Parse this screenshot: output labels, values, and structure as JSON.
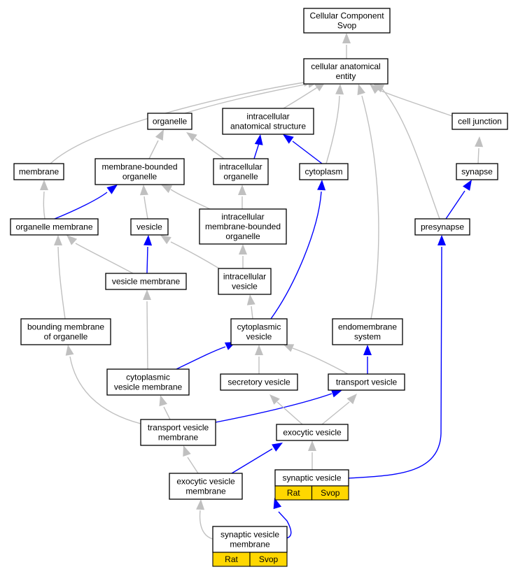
{
  "colors": {
    "is_a": "#c0c0c0",
    "part_of": "#0000ff",
    "annotation_cell": "#ffd700"
  },
  "nodes": [
    {
      "id": "n0",
      "lines": [
        "Cellular Component",
        "Svop"
      ]
    },
    {
      "id": "n1",
      "lines": [
        "cellular anatomical",
        "entity"
      ]
    },
    {
      "id": "n2",
      "lines": [
        "organelle"
      ]
    },
    {
      "id": "n3",
      "lines": [
        "intracellular",
        "anatomical structure"
      ]
    },
    {
      "id": "n4",
      "lines": [
        "cell junction"
      ]
    },
    {
      "id": "n5",
      "lines": [
        "membrane"
      ]
    },
    {
      "id": "n6",
      "lines": [
        "membrane-bounded",
        "organelle"
      ]
    },
    {
      "id": "n7",
      "lines": [
        "intracellular",
        "organelle"
      ]
    },
    {
      "id": "n8",
      "lines": [
        "cytoplasm"
      ]
    },
    {
      "id": "n9",
      "lines": [
        "synapse"
      ]
    },
    {
      "id": "n10",
      "lines": [
        "organelle membrane"
      ]
    },
    {
      "id": "n11",
      "lines": [
        "vesicle"
      ]
    },
    {
      "id": "n12",
      "lines": [
        "intracellular",
        "membrane-bounded",
        "organelle"
      ]
    },
    {
      "id": "n13",
      "lines": [
        "presynapse"
      ]
    },
    {
      "id": "n14",
      "lines": [
        "vesicle membrane"
      ]
    },
    {
      "id": "n15",
      "lines": [
        "intracellular",
        "vesicle"
      ]
    },
    {
      "id": "n16",
      "lines": [
        "bounding membrane",
        "of organelle"
      ]
    },
    {
      "id": "n17",
      "lines": [
        "cytoplasmic",
        "vesicle"
      ]
    },
    {
      "id": "n18",
      "lines": [
        "endomembrane",
        "system"
      ]
    },
    {
      "id": "n19",
      "lines": [
        "cytoplasmic",
        "vesicle membrane"
      ]
    },
    {
      "id": "n20",
      "lines": [
        "secretory vesicle"
      ]
    },
    {
      "id": "n21",
      "lines": [
        "transport vesicle"
      ]
    },
    {
      "id": "n22",
      "lines": [
        "transport vesicle",
        "membrane"
      ]
    },
    {
      "id": "n23",
      "lines": [
        "exocytic vesicle"
      ]
    },
    {
      "id": "n24",
      "lines": [
        "exocytic vesicle",
        "membrane"
      ]
    },
    {
      "id": "n25",
      "lines": [
        "synaptic vesicle"
      ],
      "cells": [
        "Rat",
        "Svop"
      ]
    },
    {
      "id": "n26",
      "lines": [
        "synaptic vesicle",
        "membrane"
      ],
      "cells": [
        "Rat",
        "Svop"
      ]
    }
  ],
  "edges": [
    {
      "from": "n1",
      "to": "n0",
      "type": "is_a"
    },
    {
      "from": "n2",
      "to": "n1",
      "type": "is_a"
    },
    {
      "from": "n3",
      "to": "n1",
      "type": "is_a"
    },
    {
      "from": "n4",
      "to": "n1",
      "type": "is_a"
    },
    {
      "from": "n5",
      "to": "n1",
      "type": "is_a"
    },
    {
      "from": "n8",
      "to": "n1",
      "type": "is_a"
    },
    {
      "from": "n13",
      "to": "n1",
      "type": "is_a"
    },
    {
      "from": "n18",
      "to": "n1",
      "type": "is_a"
    },
    {
      "from": "n6",
      "to": "n2",
      "type": "is_a"
    },
    {
      "from": "n7",
      "to": "n2",
      "type": "is_a"
    },
    {
      "from": "n7",
      "to": "n3",
      "type": "part_of"
    },
    {
      "from": "n8",
      "to": "n3",
      "type": "part_of"
    },
    {
      "from": "n9",
      "to": "n4",
      "type": "is_a"
    },
    {
      "from": "n10",
      "to": "n5",
      "type": "is_a"
    },
    {
      "from": "n10",
      "to": "n6",
      "type": "part_of"
    },
    {
      "from": "n11",
      "to": "n6",
      "type": "is_a"
    },
    {
      "from": "n12",
      "to": "n6",
      "type": "is_a"
    },
    {
      "from": "n12",
      "to": "n7",
      "type": "is_a"
    },
    {
      "from": "n13",
      "to": "n9",
      "type": "part_of"
    },
    {
      "from": "n14",
      "to": "n10",
      "type": "is_a"
    },
    {
      "from": "n14",
      "to": "n11",
      "type": "part_of"
    },
    {
      "from": "n15",
      "to": "n11",
      "type": "is_a"
    },
    {
      "from": "n15",
      "to": "n12",
      "type": "is_a"
    },
    {
      "from": "n16",
      "to": "n10",
      "type": "is_a"
    },
    {
      "from": "n17",
      "to": "n15",
      "type": "is_a"
    },
    {
      "from": "n17",
      "to": "n8",
      "type": "part_of"
    },
    {
      "from": "n19",
      "to": "n14",
      "type": "is_a"
    },
    {
      "from": "n19",
      "to": "n17",
      "type": "part_of"
    },
    {
      "from": "n20",
      "to": "n17",
      "type": "is_a"
    },
    {
      "from": "n21",
      "to": "n17",
      "type": "is_a"
    },
    {
      "from": "n21",
      "to": "n18",
      "type": "part_of"
    },
    {
      "from": "n22",
      "to": "n16",
      "type": "is_a"
    },
    {
      "from": "n22",
      "to": "n19",
      "type": "is_a"
    },
    {
      "from": "n22",
      "to": "n21",
      "type": "part_of"
    },
    {
      "from": "n23",
      "to": "n20",
      "type": "is_a"
    },
    {
      "from": "n23",
      "to": "n21",
      "type": "is_a"
    },
    {
      "from": "n24",
      "to": "n22",
      "type": "is_a"
    },
    {
      "from": "n24",
      "to": "n23",
      "type": "part_of"
    },
    {
      "from": "n25",
      "to": "n23",
      "type": "is_a"
    },
    {
      "from": "n25",
      "to": "n13",
      "type": "part_of"
    },
    {
      "from": "n26",
      "to": "n24",
      "type": "is_a"
    },
    {
      "from": "n26",
      "to": "n25",
      "type": "part_of"
    }
  ]
}
